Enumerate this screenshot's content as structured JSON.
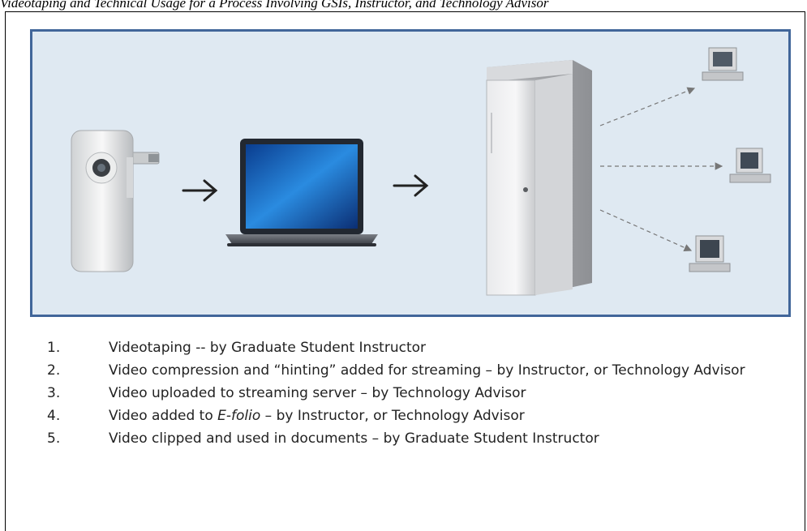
{
  "caption": "Videotaping and Technical Usage for a Process Involving GSIs, Instructor, and Technology Advisor",
  "steps": [
    {
      "num": "1.",
      "text": "Videotaping  -- by Graduate Student Instructor"
    },
    {
      "num": "2.",
      "text": "Video compression and “hinting” added for streaming – by Instructor, or Technology Advisor"
    },
    {
      "num": "3.",
      "text": "Video uploaded to streaming server – by Technology Advisor"
    },
    {
      "num": "4.",
      "text_before": "Video added to ",
      "text_italic": "E-folio",
      "text_after": " – by Instructor, or Technology Advisor"
    },
    {
      "num": "5.",
      "text": "Video clipped and used in documents – by Graduate Student Instructor"
    }
  ],
  "icons": [
    "camcorder-icon",
    "laptop-icon",
    "server-tower-icon",
    "client-computer-icon"
  ],
  "colors": {
    "panel_bg": "#dfe9f2",
    "panel_border": "#41669a"
  }
}
